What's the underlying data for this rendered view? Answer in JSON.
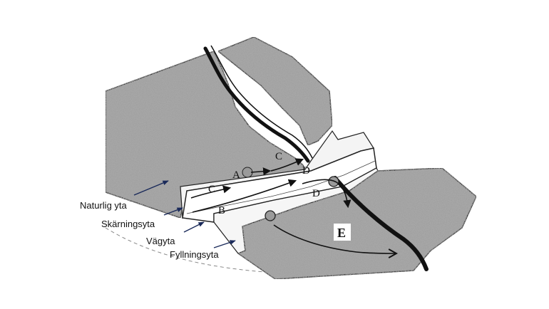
{
  "labels": {
    "natural_surface": "Naturlig yta",
    "cut_surface": "Skärningsyta",
    "road_surface": "Vägyta",
    "fill_surface": "Fyllningsyta"
  },
  "flow_letters": {
    "a": "A",
    "b": "B",
    "c_left": "C",
    "c_upper": "C",
    "d_upper": "D",
    "d_lower": "D",
    "e": "E"
  },
  "colors": {
    "terrain": "#a9a9a9",
    "road": "#ffffff",
    "outline": "#222222",
    "channel": "#111111",
    "leader_arrow": "#1a2a5a"
  }
}
